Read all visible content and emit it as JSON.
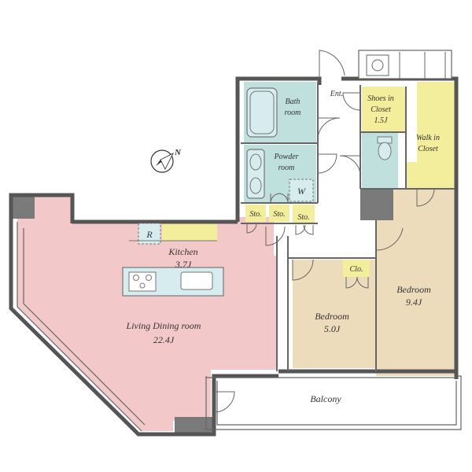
{
  "colors": {
    "living": "#f3c8c8",
    "bedroom": "#ecdcbc",
    "wet": "#bfe0dc",
    "storage": "#f2ee9c",
    "fixture": "#d6ecee",
    "wall": "#555555",
    "dark": "#7a7a7a"
  },
  "rooms": {
    "living": {
      "name": "Living Dining room",
      "size": "22.4J"
    },
    "kitchen": {
      "name": "Kitchen",
      "size": "3.7J"
    },
    "bedroom_small": {
      "name": "Bedroom",
      "size": "5.0J"
    },
    "bedroom_large": {
      "name": "Bedroom",
      "size": "9.4J"
    },
    "bath": {
      "line1": "Bath",
      "line2": "room"
    },
    "powder": {
      "line1": "Powder",
      "line2": "room"
    },
    "shoes": {
      "line1": "Shoes in",
      "line2": "Closet",
      "size": "1.5J"
    },
    "walkin": {
      "line1": "Walk in",
      "line2": "Closet"
    },
    "balcony": {
      "name": "Balcony"
    },
    "entrance": {
      "name": "Ent."
    }
  },
  "labels": {
    "sto_1": "Sto.",
    "sto_2": "Sto.",
    "sto_3": "Sto.",
    "washer": "W",
    "fridge": "R",
    "closet": "Clo.",
    "north": "N"
  },
  "icons": {
    "compass": "north-arrow-icon",
    "stove": "stove-icon",
    "sink": "sink-icon",
    "bathtub": "bathtub-icon",
    "toilet": "toilet-icon",
    "washbasin": "washbasin-icon"
  }
}
